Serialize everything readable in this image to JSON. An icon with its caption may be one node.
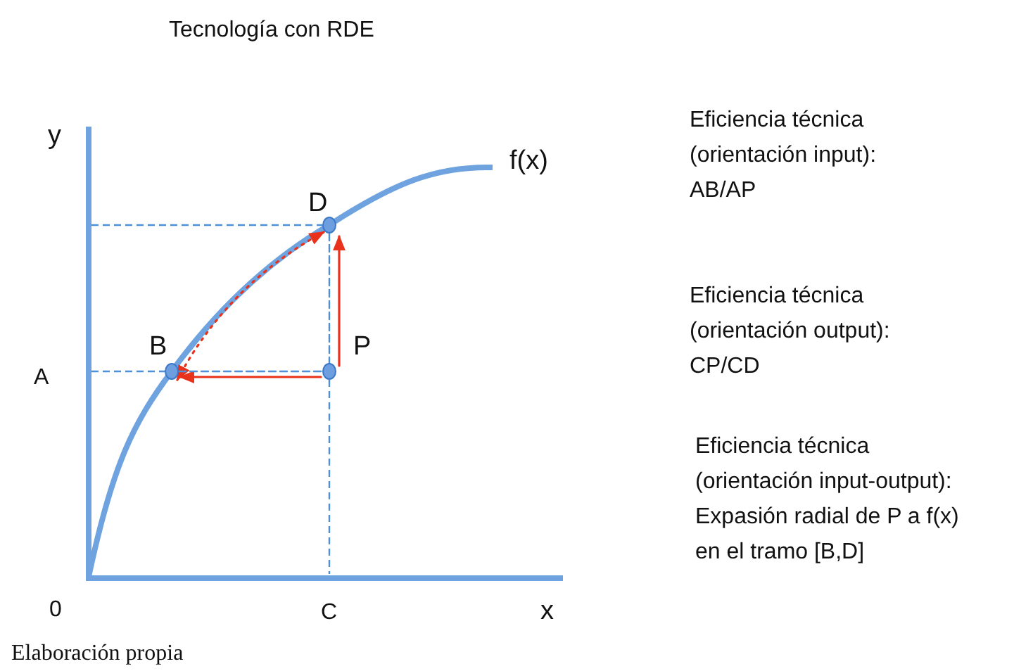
{
  "diagram": {
    "title": "Tecnología con RDE",
    "caption": "Elaboración propia",
    "nodes": [
      {
        "text": [],
        "shape": "circle",
        "beside": [
          "B"
        ]
      },
      {
        "text": [],
        "shape": "circle",
        "beside": [
          "D"
        ]
      },
      {
        "text": [],
        "shape": "circle",
        "beside": [
          "P"
        ]
      }
    ],
    "edges": [
      {
        "from": 2,
        "to": 0,
        "arrow": "to"
      },
      {
        "from": 2,
        "to": 1,
        "arrow": "to"
      },
      {
        "from": 0,
        "to": 1,
        "arrow": "both",
        "style": "dashed"
      },
      {
        "from": 0,
        "to": 2,
        "arrow": "none",
        "style": "dashed",
        "color": "#4f8fd8"
      },
      {
        "from": 1,
        "to": 2,
        "arrow": "none",
        "style": "dashed",
        "color": "#4f8fd8"
      }
    ],
    "labels": [
      "y",
      "f(x)",
      "A",
      "0",
      "C",
      "x",
      "Eficiencia técnica",
      "(orientación input):",
      "AB/AP",
      "Eficiencia técnica",
      "(orientación output):",
      "CP/CD",
      "Eficiencia técnica",
      "(orientación input-output):",
      "Expasión radial de P a f(x)",
      "en el tramo [B,D]"
    ]
  }
}
